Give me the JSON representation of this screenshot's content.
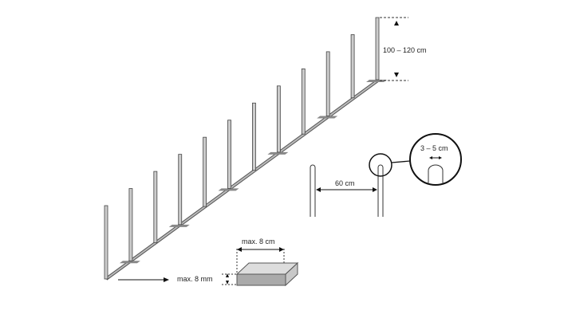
{
  "labels": {
    "height": "100 – 120 cm",
    "diameter": "3 – 5 cm",
    "spacing": "60 cm",
    "base_width": "max. 8 cm",
    "base_height": "max. 8 mm"
  },
  "pole_count": 12
}
